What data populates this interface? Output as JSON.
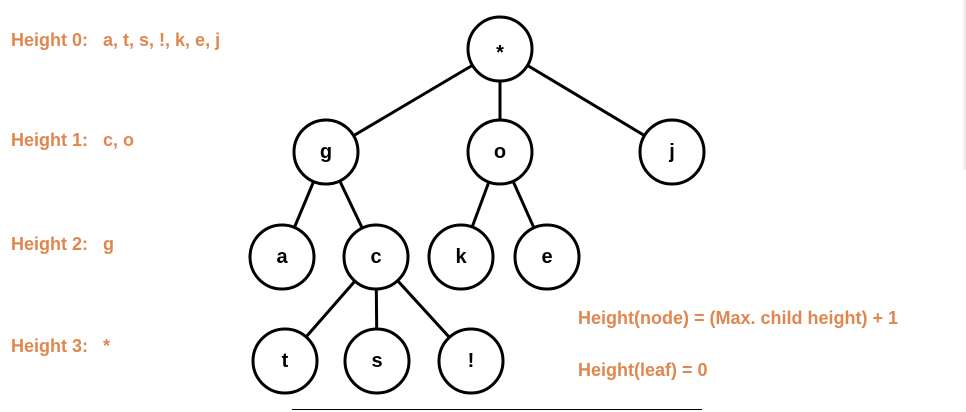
{
  "levels": [
    {
      "name": "Height 0:",
      "members": "a, t, s, !, k, e, j"
    },
    {
      "name": "Height 1:",
      "members": "c, o"
    },
    {
      "name": "Height 2:",
      "members": "g"
    },
    {
      "name": "Height 3:",
      "members": "*"
    }
  ],
  "formulas": {
    "node": "Height(node) = (Max. child height) + 1",
    "leaf": "Height(leaf) = 0"
  },
  "tree": {
    "nodes": [
      {
        "id": "root",
        "label": "*"
      },
      {
        "id": "g",
        "label": "g"
      },
      {
        "id": "o",
        "label": "o"
      },
      {
        "id": "j",
        "label": "j"
      },
      {
        "id": "a",
        "label": "a"
      },
      {
        "id": "c",
        "label": "c"
      },
      {
        "id": "k",
        "label": "k"
      },
      {
        "id": "e",
        "label": "e"
      },
      {
        "id": "t",
        "label": "t"
      },
      {
        "id": "s",
        "label": "s"
      },
      {
        "id": "bang",
        "label": "!"
      }
    ],
    "edges": [
      [
        "root",
        "g"
      ],
      [
        "root",
        "o"
      ],
      [
        "root",
        "j"
      ],
      [
        "g",
        "a"
      ],
      [
        "g",
        "c"
      ],
      [
        "o",
        "k"
      ],
      [
        "o",
        "e"
      ],
      [
        "c",
        "t"
      ],
      [
        "c",
        "s"
      ],
      [
        "c",
        "bang"
      ]
    ]
  },
  "colors": {
    "accent": "#e0874f"
  }
}
